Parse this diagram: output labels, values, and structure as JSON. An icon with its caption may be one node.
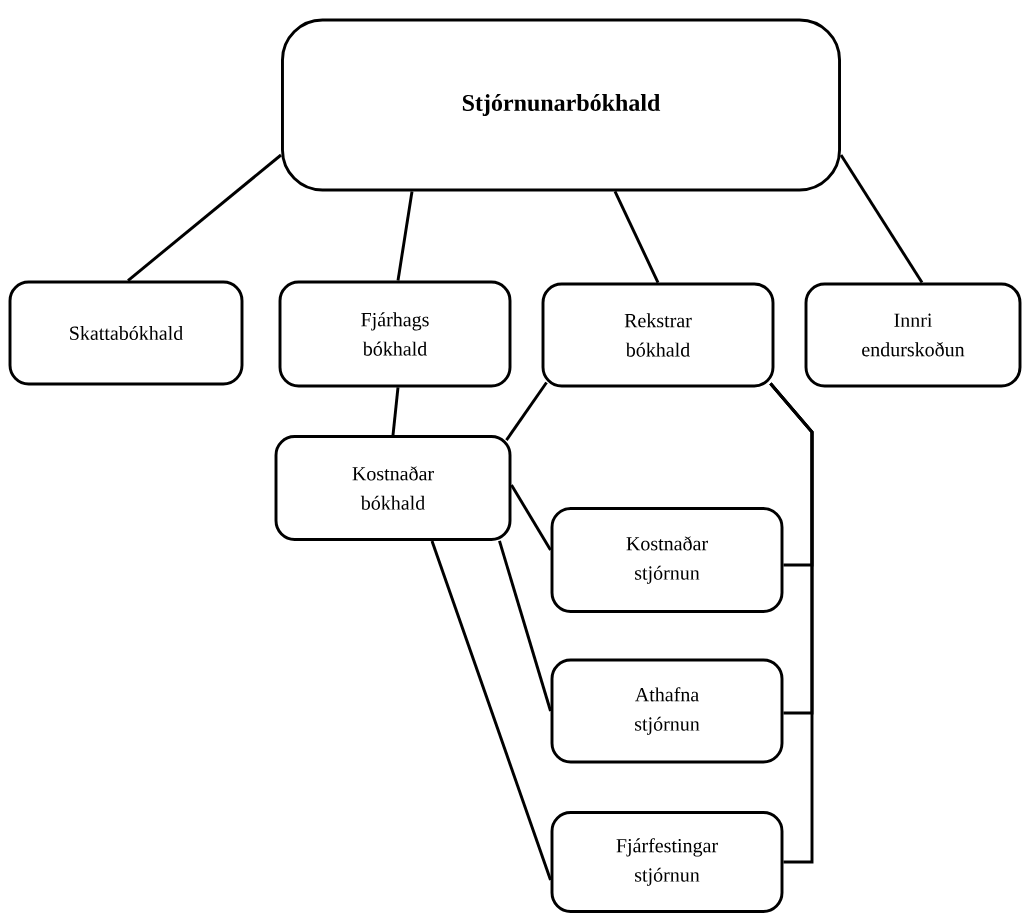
{
  "diagram": {
    "nodes": [
      {
        "text": [
          "Stjórnunarbókhald"
        ]
      },
      {
        "text": [
          "Skattabókhald"
        ]
      },
      {
        "text": [
          "Fjárhags bókhald"
        ]
      },
      {
        "text": [
          "Rekstrar bókhald"
        ]
      },
      {
        "text": [
          "Innri endurskoðun"
        ]
      },
      {
        "text": [
          "Kostnaðar bókhald"
        ]
      },
      {
        "text": [
          "Kostnaðar stjórnun"
        ]
      },
      {
        "text": [
          "Athafna stjórnun"
        ]
      },
      {
        "text": [
          "Fjárfestingar stjórnun"
        ]
      }
    ],
    "edges": [
      {
        "from": 0,
        "to": 1,
        "arrow": "none"
      },
      {
        "from": 0,
        "to": 2,
        "arrow": "none"
      },
      {
        "from": 0,
        "to": 3,
        "arrow": "none"
      },
      {
        "from": 0,
        "to": 4,
        "arrow": "none"
      },
      {
        "from": 2,
        "to": 5,
        "arrow": "none"
      },
      {
        "from": 3,
        "to": 5,
        "arrow": "none"
      },
      {
        "from": 5,
        "to": 6,
        "arrow": "none"
      },
      {
        "from": 5,
        "to": 7,
        "arrow": "none"
      },
      {
        "from": 5,
        "to": 8,
        "arrow": "none"
      },
      {
        "from": 3,
        "to": 6,
        "arrow": "none"
      },
      {
        "from": 3,
        "to": 7,
        "arrow": "none"
      },
      {
        "from": 3,
        "to": 8,
        "arrow": "none"
      }
    ]
  }
}
